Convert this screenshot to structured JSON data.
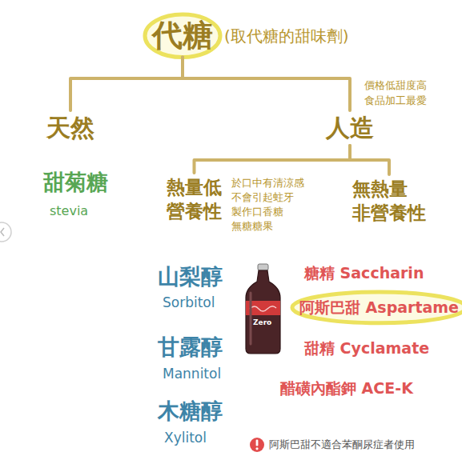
{
  "diagram": {
    "nodes": [
      {
        "text": [
          "代糖",
          "(取代糖的甜味劑)"
        ]
      },
      {
        "text": [
          "天然"
        ]
      },
      {
        "text": [
          "人造"
        ]
      },
      {
        "text": [
          "熱量低 營養性"
        ]
      },
      {
        "text": [
          "無熱量 非營養性"
        ]
      }
    ],
    "edges": [
      {
        "from": 0,
        "to": 1,
        "arrow": "none"
      },
      {
        "from": 0,
        "to": 2,
        "arrow": "none"
      },
      {
        "from": 2,
        "to": 3,
        "arrow": "none"
      },
      {
        "from": 2,
        "to": 4,
        "arrow": "none"
      }
    ],
    "labels": [
      "價格低甜度高 食品加工最愛",
      "於口中有清涼感 不會引起蛀牙 製作口香糖 無糖糖果",
      "甜菊糖",
      "stevia",
      "山梨醇",
      "Sorbitol",
      "甘露醇",
      "Mannitol",
      "木糖醇",
      "Xylitol",
      "Zero",
      "糖精 Saccharin",
      "阿斯巴甜 Aspartame",
      "甜精 Cyclamate",
      "醋磺內酯鉀 ACE-K",
      "阿斯巴甜不適合苯酮尿症者使用"
    ]
  }
}
